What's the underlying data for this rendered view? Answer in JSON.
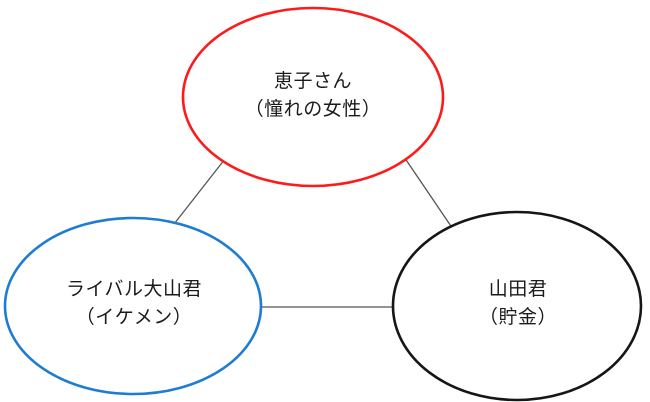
{
  "diagram": {
    "background": "#ffffff",
    "edge_color": "#555555",
    "text_color": "#1b1b1b",
    "nodes": [
      {
        "id": "keiko",
        "line1": "恵子さん",
        "line2": "（憧れの女性）",
        "outline_color": "#ff1a1a",
        "position": "top"
      },
      {
        "id": "oyama",
        "line1": "ライバル大山君",
        "line2": "（イケメン）",
        "outline_color": "#1e7cd2",
        "position": "bottom-left"
      },
      {
        "id": "yamada",
        "line1": "山田君",
        "line2": "（貯金）",
        "outline_color": "#161616",
        "position": "bottom-right"
      }
    ],
    "edges": [
      {
        "from": "keiko",
        "to": "oyama"
      },
      {
        "from": "keiko",
        "to": "yamada"
      },
      {
        "from": "oyama",
        "to": "yamada"
      }
    ]
  }
}
